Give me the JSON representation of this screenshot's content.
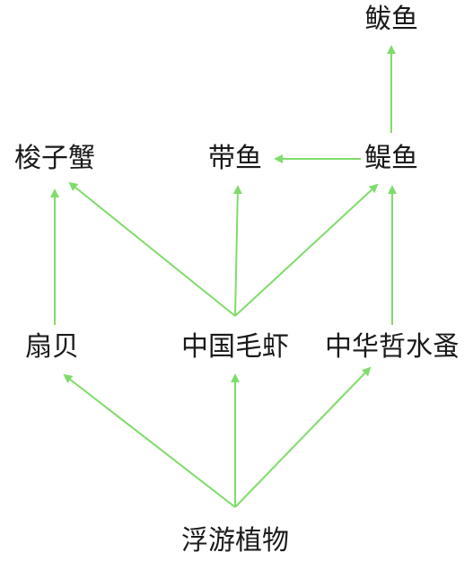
{
  "colors": {
    "arrow": "#7fdc6a",
    "text": "#1a1a1a",
    "background": "#ffffff"
  },
  "nodes": {
    "fuyou_zhiwu": "浮游植物",
    "shanbei": "扇贝",
    "zhongguo_maoxia": "中国毛虾",
    "zhonghua_zheshuiyuan": "中华哲水蚤",
    "suozixie": "梭子蟹",
    "daiyu": "带鱼",
    "tiyu": "鳀鱼",
    "jiaoyu": "鲅鱼"
  },
  "edges": [
    [
      "fuyou_zhiwu",
      "shanbei"
    ],
    [
      "fuyou_zhiwu",
      "zhongguo_maoxia"
    ],
    [
      "fuyou_zhiwu",
      "zhonghua_zheshuiyuan"
    ],
    [
      "shanbei",
      "suozixie"
    ],
    [
      "zhongguo_maoxia",
      "suozixie"
    ],
    [
      "zhongguo_maoxia",
      "daiyu"
    ],
    [
      "zhongguo_maoxia",
      "tiyu"
    ],
    [
      "zhonghua_zheshuiyuan",
      "tiyu"
    ],
    [
      "tiyu",
      "daiyu"
    ],
    [
      "tiyu",
      "jiaoyu"
    ]
  ]
}
